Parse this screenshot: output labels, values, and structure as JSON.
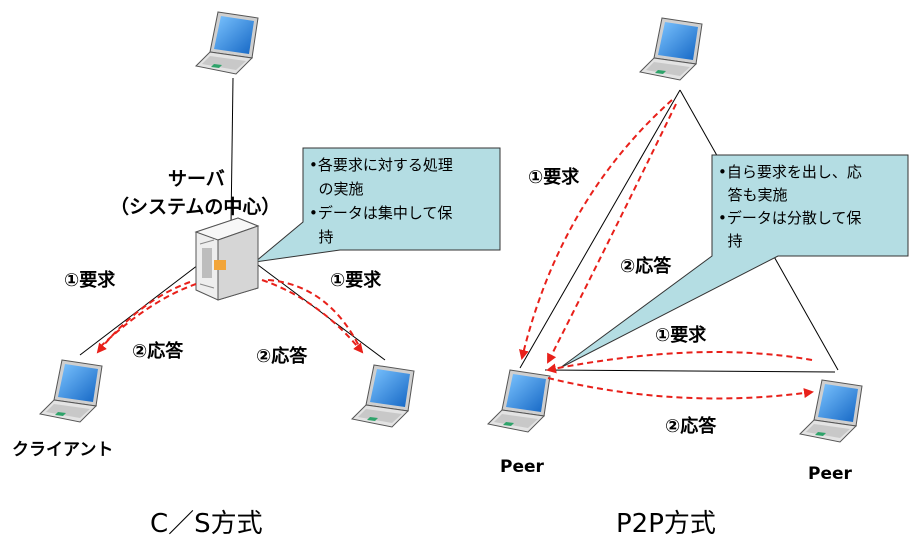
{
  "cs": {
    "server_label": "サーバ",
    "server_sublabel": "（システムの中心）",
    "client_label": "クライアント",
    "request_left": "①要求",
    "response_left": "②応答",
    "request_right": "①要求",
    "response_right": "②応答",
    "callout_lines": [
      "•各要求に対する処理",
      "  の実施",
      "•データは集中して保",
      "  持"
    ],
    "caption": "C／S方式"
  },
  "p2p": {
    "peer_label_left": "Peer",
    "peer_label_right": "Peer",
    "request_top": "①要求",
    "response_top": "②応答",
    "request_bottom": "①要求",
    "response_bottom": "②応答",
    "callout_lines": [
      "•自ら要求を出し、応",
      "  答も実施",
      "•データは分散して保",
      "  持"
    ],
    "caption": "P2P方式"
  },
  "colors": {
    "callout_fill": "#b4dde3",
    "arrow": "#e8201a",
    "screen": "#1e7fd8",
    "laptop_body": "#d9d9d9"
  },
  "icons": [
    "laptop-icon",
    "server-icon"
  ]
}
